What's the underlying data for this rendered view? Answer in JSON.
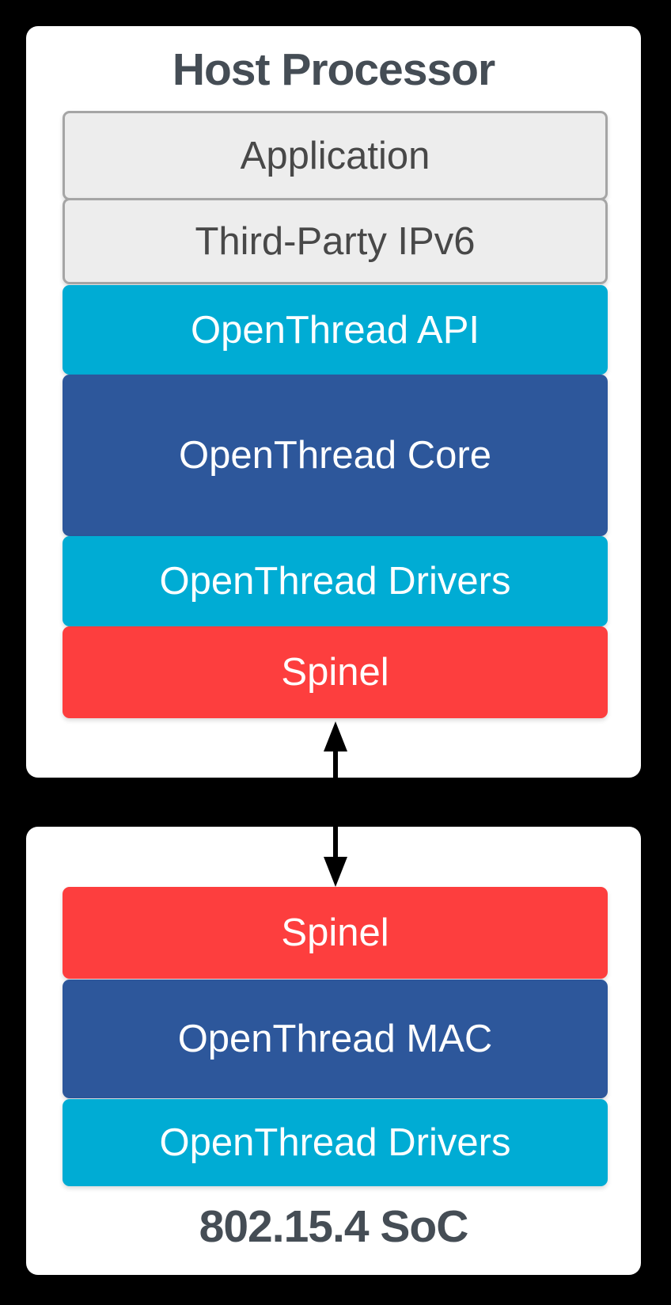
{
  "host_block": {
    "title": "Host Processor",
    "layers": {
      "application": "Application",
      "third_party_ipv6": "Third-Party IPv6",
      "openthread_api": "OpenThread API",
      "openthread_core": "OpenThread Core",
      "openthread_drivers": "OpenThread Drivers",
      "spinel": "Spinel"
    }
  },
  "soc_block": {
    "title": "802.15.4 SoC",
    "layers": {
      "spinel": "Spinel",
      "openthread_mac": "OpenThread MAC",
      "openthread_drivers": "OpenThread Drivers"
    }
  },
  "connector": {
    "type": "double-headed-vertical-arrow"
  },
  "colors": {
    "background": "#000000",
    "container": "#FFFFFF",
    "gray_layer_fill": "#EDEDED",
    "gray_layer_border": "#A5A5A5",
    "cyan_layer": "#00ACD4",
    "blue_layer": "#2D579B",
    "red_layer": "#FD3E3E",
    "title_text": "#454D55",
    "gray_layer_text": "#484848",
    "colored_layer_text": "#FFFFFF"
  }
}
